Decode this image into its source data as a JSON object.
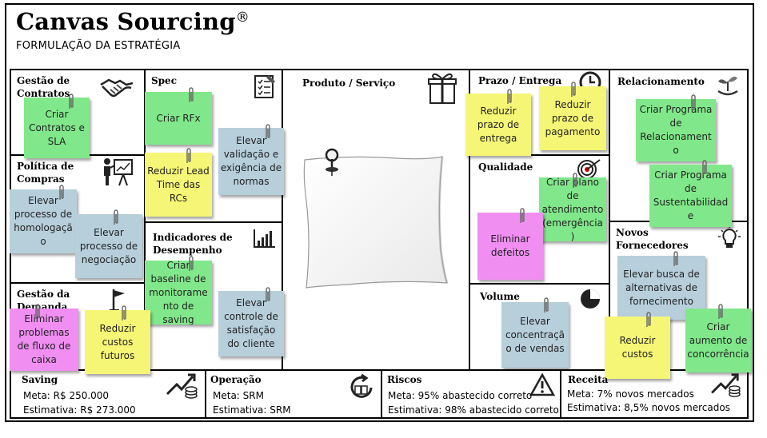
{
  "header": {
    "title": "Canvas Sourcing",
    "registered": "®",
    "subtitle": "FORMULAÇÃO DA ESTRATÉGIA"
  },
  "blocks": {
    "gestao_contratos": "Gestão de Contratos",
    "spec": "Spec",
    "produto_servico": "Produto / Serviço",
    "prazo_entrega": "Prazo / Entrega",
    "relacionamento": "Relacionamento",
    "politica_compras": "Política de Compras",
    "indicadores": "Indicadores de Desempenho",
    "qualidade": "Qualidade",
    "novos_fornecedores": "Novos Fornecedores",
    "gestao_demanda": "Gestão da Demanda",
    "volume": "Volume"
  },
  "notes": {
    "criar_contratos": "Criar Contratos e SLA",
    "criar_rfx": "Criar RFx",
    "elevar_validacao": "Elevar validação e exigência de normas",
    "reduzir_lead_time": "Reduzir Lead Time das RCs",
    "reduzir_prazo_entrega": "Reduzir prazo de entrega",
    "reduzir_prazo_pagamento": "Reduzir prazo de pagamento",
    "criar_programa_relacionamento": "Criar Programa de Relacionamento",
    "criar_programa_sustentabilidade": "Criar Programa de Sustentabilidade",
    "elevar_homologacao": "Elevar processo de homologação",
    "elevar_negociacao": "Elevar processo de negociação",
    "criar_baseline": "Criar baseline de monitoramento de saving",
    "elevar_controle": "Elevar controle de satisfação do cliente",
    "criar_plano": "Criar plano de atendimento (emergência)",
    "eliminar_defeitos": "Eliminar defeitos",
    "elevar_busca": "Elevar busca de alternativas de fornecimento",
    "eliminar_problemas": "Eliminar problemas de fluxo de caixa",
    "reduzir_custos_futuros": "Reduzir custos futuros",
    "elevar_concentracao": "Elevar concentração de vendas",
    "reduzir_custos": "Reduzir custos",
    "criar_aumento": "Criar aumento de concorrência"
  },
  "bottom": {
    "saving": {
      "title": "Saving",
      "meta": "Meta: R$ 250.000",
      "estimativa": "Estimativa: R$ 273.000"
    },
    "operacao": {
      "title": "Operação",
      "meta": "Meta: SRM",
      "estimativa": "Estimativa: SRM"
    },
    "riscos": {
      "title": "Riscos",
      "meta": "Meta: 95% abastecido correto",
      "estimativa": "Estimativa: 98% abastecido correto"
    },
    "receita": {
      "title": "Receita",
      "meta": "Meta: 7% novos mercados",
      "estimativa": "Estimativa: 8,5% novos mercados"
    }
  },
  "colors": {
    "green": "#80e88a",
    "yellow": "#f6f676",
    "blue": "#b7cfdb",
    "pink": "#f08ef2"
  },
  "icons": [
    "handshake-icon",
    "checklist-icon",
    "gift-icon",
    "clock-icon",
    "plant-icon",
    "presenter-icon",
    "bar-chart-icon",
    "target-icon",
    "lightbulb-icon",
    "flag-icon",
    "pie-chart-icon",
    "money-growth-icon",
    "cycle-book-icon",
    "warning-icon",
    "pin-icon",
    "paperclip-icon"
  ]
}
